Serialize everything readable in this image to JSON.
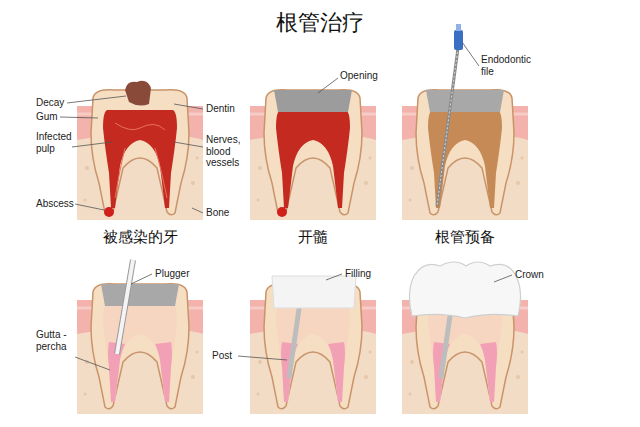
{
  "diagram": {
    "title": "根管治疗",
    "labels": [
      "Decay",
      "Gum",
      "Infected pulp",
      "Abscess",
      "Dentin",
      "Nerves, blood vessels",
      "Bone",
      "被感染的牙",
      "Opening",
      "开髓",
      "Endodontic file",
      "根管预备",
      "Plugger",
      "Gutta - percha",
      "Filling",
      "Post",
      "Crown"
    ]
  }
}
